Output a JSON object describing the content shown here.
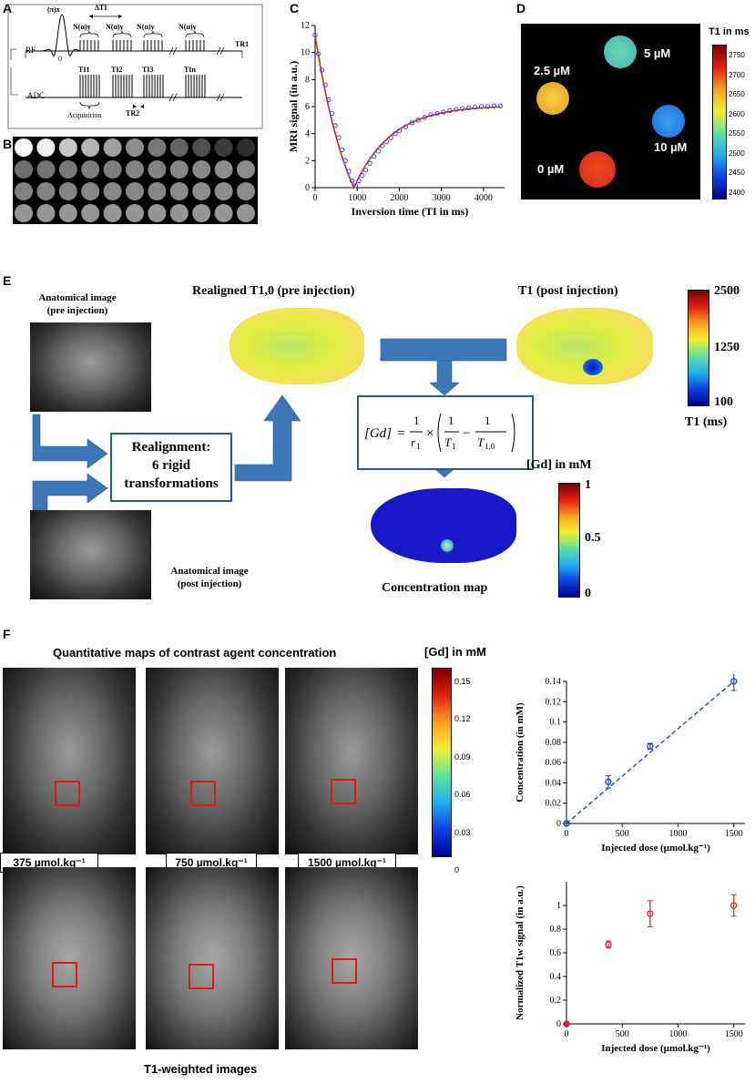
{
  "panels": {
    "A": {
      "letter": "A",
      "rf_label": "RF",
      "adc_label": "ADC",
      "pulse_label": "(π)x",
      "zero_label": "0",
      "delta_ti": "ΔTI",
      "n_alpha": [
        "N(α)y",
        "N(α)y",
        "N(α)y",
        "N(α)y"
      ],
      "ti_labels": [
        "TI1",
        "TI2",
        "TI3",
        "TIn"
      ],
      "tr1": "TR1",
      "tr2": "TR2",
      "acquisition": "Acquisition"
    },
    "B": {
      "letter": "B"
    },
    "C": {
      "letter": "C"
    },
    "D": {
      "letter": "D",
      "colorbar_title": "T1 in ms",
      "ticks": [
        "2750",
        "2700",
        "2650",
        "2600",
        "2550",
        "2500",
        "2450",
        "2400"
      ],
      "spots": [
        {
          "label": "5 µM",
          "color": "#4fc7a8"
        },
        {
          "label": "2.5 µM",
          "color": "#f0c22a"
        },
        {
          "label": "10 µM",
          "color": "#2a8ee6"
        },
        {
          "label": "0 µM",
          "color": "#e0341e"
        }
      ]
    },
    "E": {
      "letter": "E",
      "anat_pre": "Anatomical image\n(pre injection)",
      "anat_post": "Anatomical image\n(post injection)",
      "realigned": "Realigned T1,0 (pre injection)",
      "t1_post": "T1 (post injection)",
      "realign_box": "Realignment:\n6 rigid\ntransformations",
      "concentration_map": "Concentration map",
      "t1_colorbar_ticks": [
        "2500",
        "1250",
        "100"
      ],
      "t1_colorbar_label": "T1 (ms)",
      "gd_colorbar_title": "[Gd] in mM",
      "gd_colorbar_ticks": [
        "1",
        "0.5",
        "0"
      ]
    },
    "F": {
      "letter": "F",
      "title": "Quantitative maps of contrast agent concentration",
      "colorbar_title": "[Gd] in mM",
      "colorbar_ticks": [
        "0.15",
        "0.12",
        "0.09",
        "0.06",
        "0.03",
        "0"
      ],
      "doses": [
        "375 µmol.kg⁻¹",
        "750 µmol.kg⁻¹",
        "1500 µmol.kg⁻¹"
      ],
      "t1w_caption": "T1-weighted images"
    }
  },
  "chart_data": [
    {
      "id": "C",
      "type": "scatter",
      "xlabel": "Inversion time (TI in ms)",
      "ylabel": "MRI signal (in a.u.)",
      "xlim": [
        0,
        4500
      ],
      "ylim": [
        0,
        12
      ],
      "xticks": [
        0,
        1000,
        2000,
        3000,
        4000
      ],
      "yticks": [
        0,
        2,
        4,
        6,
        8,
        10,
        12
      ],
      "series": [
        {
          "color": "#3a4fd0",
          "x": [
            0,
            80,
            160,
            240,
            320,
            400,
            480,
            560,
            640,
            720,
            800,
            880,
            960,
            1040,
            1120,
            1200,
            1300,
            1400,
            1500,
            1600,
            1700,
            1800,
            1900,
            2000,
            2150,
            2300,
            2450,
            2600,
            2750,
            2900,
            3050,
            3200,
            3350,
            3500,
            3650,
            3800,
            3950,
            4100,
            4250,
            4400
          ],
          "y": [
            11.3,
            9.9,
            8.7,
            7.6,
            6.5,
            5.5,
            4.6,
            3.7,
            2.8,
            2.0,
            1.2,
            0.5,
            0.15,
            0.5,
            0.9,
            1.3,
            1.8,
            2.3,
            2.7,
            3.1,
            3.4,
            3.7,
            4.0,
            4.2,
            4.5,
            4.8,
            5.0,
            5.2,
            5.4,
            5.5,
            5.6,
            5.7,
            5.8,
            5.85,
            5.9,
            5.95,
            6.0,
            6.0,
            6.05,
            6.05
          ]
        }
      ]
    },
    {
      "id": "F-top",
      "type": "scatter",
      "xlabel": "Injected dose (µmol.kg⁻¹)",
      "ylabel": "Concentration (in mM)",
      "xlim": [
        0,
        1600
      ],
      "ylim": [
        0,
        0.14
      ],
      "xticks": [
        0,
        500,
        1000,
        1500
      ],
      "yticks": [
        0,
        0.02,
        0.04,
        0.06,
        0.08,
        0.1,
        0.12,
        0.14
      ],
      "series": [
        {
          "color": "#2040e0",
          "x": [
            0,
            375,
            750,
            1500
          ],
          "y": [
            0,
            0.041,
            0.076,
            0.14
          ],
          "err": [
            0,
            0.006,
            0.003,
            0.009
          ]
        }
      ]
    },
    {
      "id": "F-bottom",
      "type": "scatter",
      "xlabel": "Injected dose (µmol.kg⁻¹)",
      "ylabel": "Normalized T1w signal (in a.u.)",
      "xlim": [
        0,
        1600
      ],
      "ylim": [
        0,
        1.2
      ],
      "xticks": [
        0,
        500,
        1000,
        1500
      ],
      "yticks": [
        0,
        0.2,
        0.4,
        0.6,
        0.8,
        1
      ],
      "series": [
        {
          "color": "#e02020",
          "x": [
            0,
            375,
            750,
            1500
          ],
          "y": [
            0,
            0.67,
            0.93,
            1.0
          ],
          "err": [
            0,
            0.03,
            0.11,
            0.09
          ]
        }
      ]
    }
  ]
}
